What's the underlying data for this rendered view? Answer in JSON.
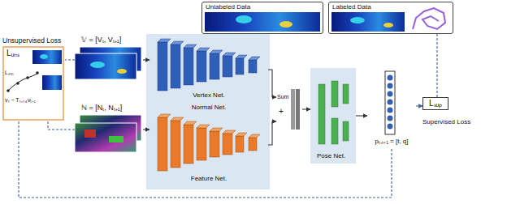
{
  "diagram": {
    "nodes": [
      {
        "text": [
          "Unlabeled Data"
        ]
      },
      {
        "text": [
          "Labeled Data"
        ]
      },
      {
        "text": [
          "Unsupervised Loss",
          "Lᵤₙₛ",
          "Lₛᵤₚ",
          "vₜ − Tₜ,ₜ₊₁vₜ₊₁"
        ]
      },
      {
        "text": [
          "𝕍 = [Vₜ, Vₜ₊₁]"
        ]
      },
      {
        "text": [
          "ℕ = [Nₜ, Nₜ₊₁]"
        ]
      },
      {
        "text": [
          "Vertex Net."
        ]
      },
      {
        "text": [
          "Normal Net.",
          "Feature Net."
        ]
      },
      {
        "text": [
          "Sum",
          "+"
        ]
      },
      {
        "text": [
          "Pose Net."
        ]
      },
      {
        "text": [
          "pₜ,ₜ₊₁ = [t, q]"
        ]
      },
      {
        "text": [
          "Lₛᵤₚ",
          "Supervised Loss"
        ]
      }
    ],
    "edges": [
      {
        "from": 3,
        "to": 5,
        "arrow": "to"
      },
      {
        "from": 4,
        "to": 6,
        "arrow": "to"
      },
      {
        "from": 5,
        "to": 7,
        "arrow": "to"
      },
      {
        "from": 6,
        "to": 7,
        "arrow": "to"
      },
      {
        "from": 7,
        "to": 8,
        "arrow": "to"
      },
      {
        "from": 8,
        "to": 9,
        "arrow": "to"
      },
      {
        "from": 9,
        "to": 10,
        "arrow": "to"
      },
      {
        "from": 1,
        "to": 10,
        "arrow": "none"
      },
      {
        "from": 3,
        "to": 2,
        "arrow": "none"
      },
      {
        "from": 4,
        "to": 2,
        "arrow": "none"
      },
      {
        "from": 9,
        "to": 2,
        "arrow": "none"
      }
    ]
  }
}
